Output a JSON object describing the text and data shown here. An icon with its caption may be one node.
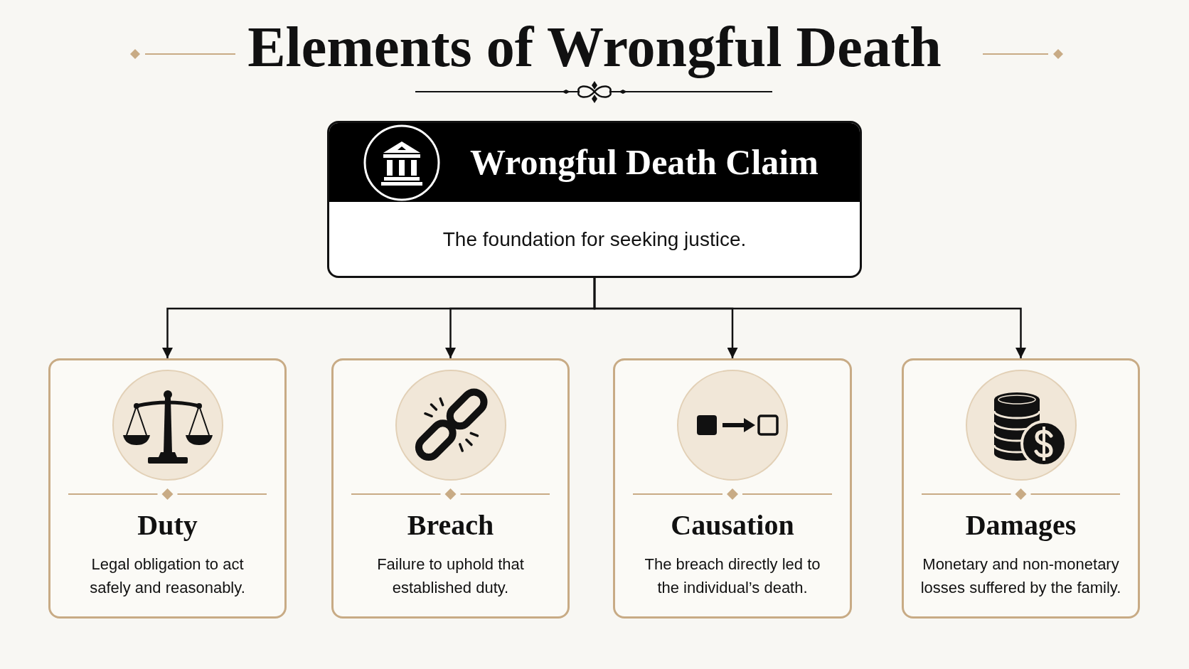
{
  "diagram": {
    "title": "Elements of Wrongful Death",
    "nodes": [
      {
        "text": [
          "Wrongful Death Claim",
          "The foundation for seeking justice."
        ]
      },
      {
        "text": [
          "Duty",
          "Legal obligation to act safely and reasonably."
        ]
      },
      {
        "text": [
          "Breach",
          "Failure to uphold that established duty."
        ]
      },
      {
        "text": [
          "Causation",
          "The breach directly led to the individual’s death."
        ]
      },
      {
        "text": [
          "Damages",
          "Monetary and non-monetary losses suffered by the family."
        ]
      }
    ],
    "edges": [
      {
        "from": 0,
        "to": 1,
        "arrow": "to"
      },
      {
        "from": 0,
        "to": 2,
        "arrow": "to"
      },
      {
        "from": 0,
        "to": 3,
        "arrow": "to"
      },
      {
        "from": 0,
        "to": 4,
        "arrow": "to"
      }
    ]
  }
}
